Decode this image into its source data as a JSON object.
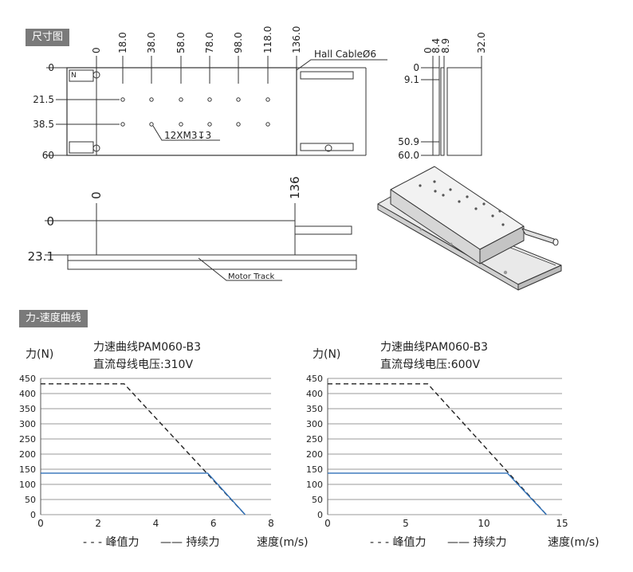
{
  "sections": {
    "dimensions_tag": "尺寸图",
    "curve_tag": "力-速度曲线"
  },
  "top_view": {
    "x_ticks": [
      "0",
      "18.0",
      "38.0",
      "58.0",
      "78.0",
      "98.0",
      "118.0",
      "136.0"
    ],
    "y_ticks": [
      "0",
      "21.5",
      "38.5",
      "60"
    ],
    "cable_label": "Hall CableØ6",
    "hole_label": "12XM3↧3",
    "pole_mark": "N"
  },
  "side_view": {
    "x_ticks": [
      "0",
      "8.4",
      "8.9",
      "32.0"
    ],
    "y_ticks": [
      "0",
      "9.1",
      "50.9",
      "60.0"
    ]
  },
  "front_view": {
    "x_ticks": [
      "0",
      "136"
    ],
    "y_ticks": [
      "0",
      "23.1"
    ],
    "track_label": "Motor Track"
  },
  "charts": [
    {
      "title": "力速曲线PAM060-B3",
      "subtitle": "直流母线电压:310V",
      "ylabel": "力(N)",
      "xlabel": "速度(m/s)",
      "legend_peak": "- - - 峰值力",
      "legend_cont": "—— 持续力"
    },
    {
      "title": "力速曲线PAM060-B3",
      "subtitle": "直流母线电压:600V",
      "ylabel": "力(N)",
      "xlabel": "速度(m/s)",
      "legend_peak": "- - - 峰值力",
      "legend_cont": "—— 持续力"
    }
  ],
  "chart_data": [
    {
      "type": "line",
      "title": "力速曲线PAM060-B3",
      "subtitle": "直流母线电压:310V",
      "xlabel": "速度(m/s)",
      "ylabel": "力(N)",
      "xlim": [
        0,
        8
      ],
      "ylim": [
        0,
        450
      ],
      "xticks": [
        0,
        2,
        4,
        6,
        8
      ],
      "yticks": [
        0,
        50,
        100,
        150,
        200,
        250,
        300,
        350,
        400,
        450
      ],
      "grid": true,
      "legend": "bottom",
      "series": [
        {
          "name": "峰值力",
          "style": "dashed",
          "color": "#222222",
          "x": [
            0,
            2.9,
            7.1
          ],
          "y": [
            432,
            432,
            0
          ]
        },
        {
          "name": "持续力",
          "style": "solid",
          "color": "#2e6fb7",
          "x": [
            0,
            5.8,
            7.1
          ],
          "y": [
            137,
            137,
            0
          ]
        }
      ]
    },
    {
      "type": "line",
      "title": "力速曲线PAM060-B3",
      "subtitle": "直流母线电压:600V",
      "xlabel": "速度(m/s)",
      "ylabel": "力(N)",
      "xlim": [
        0,
        15
      ],
      "ylim": [
        0,
        450
      ],
      "xticks": [
        0,
        5,
        10,
        15
      ],
      "yticks": [
        0,
        50,
        100,
        150,
        200,
        250,
        300,
        350,
        400,
        450
      ],
      "grid": true,
      "legend": "bottom",
      "series": [
        {
          "name": "峰值力",
          "style": "dashed",
          "color": "#222222",
          "x": [
            0,
            6.4,
            14.0
          ],
          "y": [
            432,
            432,
            0
          ]
        },
        {
          "name": "持续力",
          "style": "solid",
          "color": "#2e6fb7",
          "x": [
            0,
            11.5,
            14.0
          ],
          "y": [
            137,
            137,
            0
          ]
        }
      ]
    }
  ]
}
